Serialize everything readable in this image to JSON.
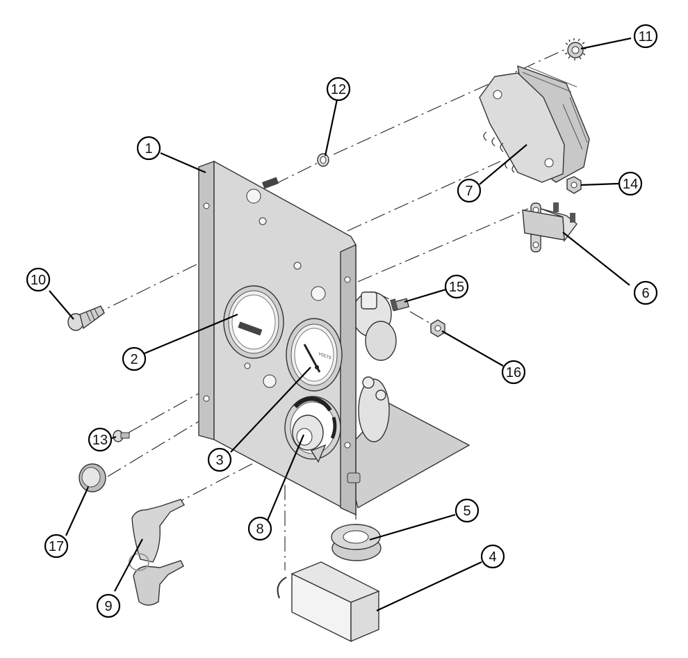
{
  "diagram": {
    "callouts": [
      {
        "id": "1",
        "label": "1"
      },
      {
        "id": "2",
        "label": "2"
      },
      {
        "id": "3",
        "label": "3"
      },
      {
        "id": "4",
        "label": "4"
      },
      {
        "id": "5",
        "label": "5"
      },
      {
        "id": "6",
        "label": "6"
      },
      {
        "id": "7",
        "label": "7"
      },
      {
        "id": "8",
        "label": "8"
      },
      {
        "id": "9",
        "label": "9"
      },
      {
        "id": "10",
        "label": "10"
      },
      {
        "id": "11",
        "label": "11"
      },
      {
        "id": "12",
        "label": "12"
      },
      {
        "id": "13",
        "label": "13"
      },
      {
        "id": "14",
        "label": "14"
      },
      {
        "id": "15",
        "label": "15"
      },
      {
        "id": "16",
        "label": "16"
      },
      {
        "id": "17",
        "label": "17"
      }
    ],
    "colors": {
      "part_fill": "#d9d9d9",
      "part_dark": "#a8a8a8",
      "line": "#000000"
    }
  }
}
